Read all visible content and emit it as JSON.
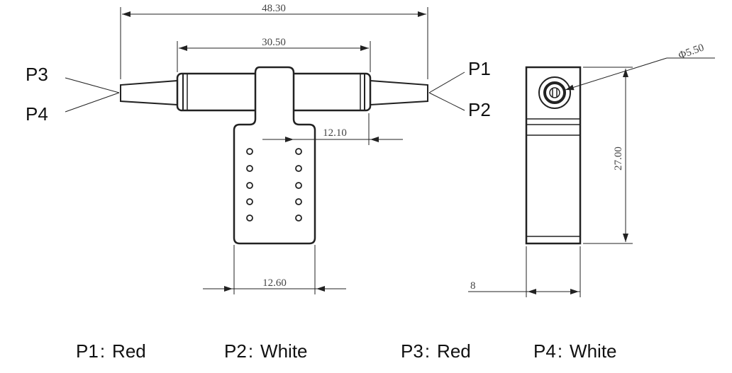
{
  "front_view": {
    "dimensions": {
      "overall_length": "48.30",
      "body_length": "30.50",
      "tab_offset": "12.10",
      "tab_width": "12.60"
    },
    "ports": {
      "p1": "P1",
      "p2": "P2",
      "p3": "P3",
      "p4": "P4"
    }
  },
  "side_view": {
    "dimensions": {
      "diameter": "Φ5.50",
      "height": "27.00",
      "width": "8"
    }
  },
  "legend": [
    {
      "port": "P1",
      "sep": ":",
      "color": "Red"
    },
    {
      "port": "P2",
      "sep": ":",
      "color": "White"
    },
    {
      "port": "P3",
      "sep": ":",
      "color": "Red"
    },
    {
      "port": "P4",
      "sep": ":",
      "color": "White"
    }
  ]
}
